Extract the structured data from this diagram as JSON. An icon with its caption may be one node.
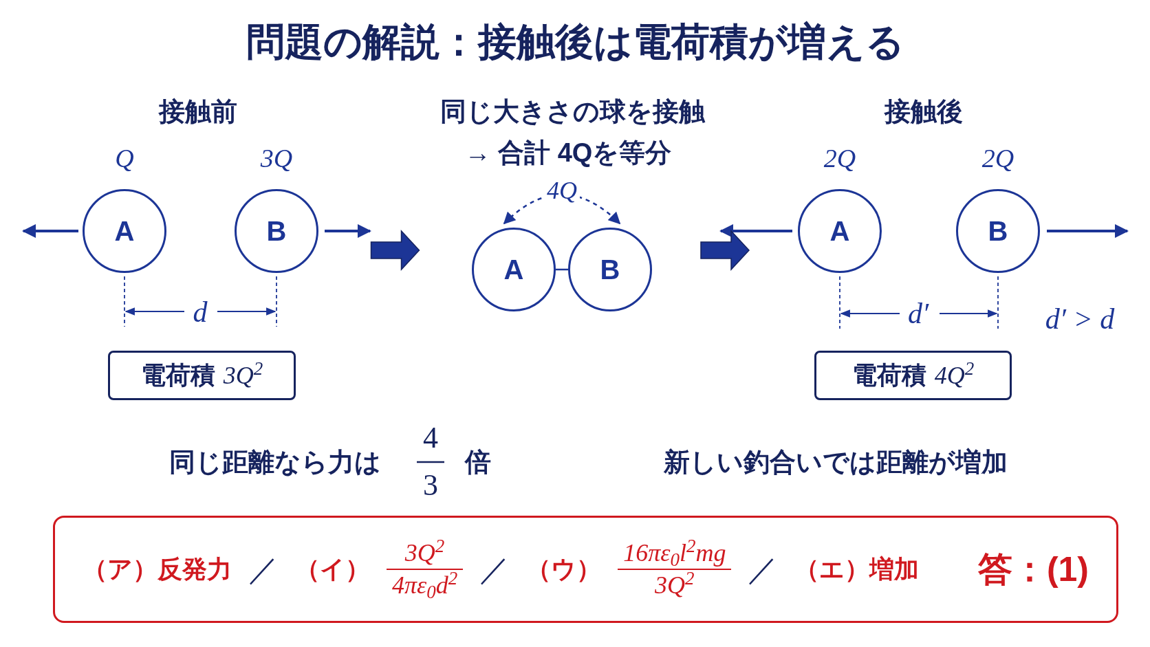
{
  "diagram": {
    "title": "問題の解説：接触後は電荷積が増える",
    "nodes": [
      {
        "text": [
          "A"
        ],
        "beside": [
          "Q"
        ]
      },
      {
        "text": [
          "B"
        ],
        "beside": [
          "3Q"
        ]
      },
      {
        "text": [
          "電荷積",
          "3Q$^{2}$"
        ]
      },
      {
        "text": [
          "A"
        ]
      },
      {
        "text": [
          "B"
        ]
      },
      {
        "text": [
          "A"
        ],
        "beside": [
          "2Q"
        ]
      },
      {
        "text": [
          "B"
        ],
        "beside": [
          "2Q"
        ]
      },
      {
        "text": [
          "電荷積",
          "4Q$^{2}$"
        ]
      },
      {
        "text": [
          "（ア）反発力",
          "／",
          "（イ）",
          "3Q$^{2}$",
          "4πε$_{0}$d$^{2}$",
          "／",
          "（ウ）",
          "16πε$_{0}$l$^{2}$mg",
          "3Q$^{2}$",
          "／",
          "（エ）増加",
          "答：(1)"
        ]
      }
    ],
    "edges": [
      {
        "from": 3,
        "to": 4,
        "arrow": "none"
      },
      {
        "from": 3,
        "to": 4,
        "arrow": "both",
        "style": "dashed",
        "label": "4Q"
      },
      {
        "from": 1,
        "to": 3,
        "arrow": "to",
        "style": "thick"
      },
      {
        "from": 4,
        "to": 5,
        "arrow": "to",
        "style": "thick"
      }
    ],
    "labels": [
      "接触前",
      "同じ大きさの球を接触",
      "→ 合計 4Qを等分",
      "接触後",
      "d",
      "d′",
      "d′ > d",
      "同じ距離なら力は",
      "4",
      "3",
      "倍",
      "新しい釣合いでは距離が増加"
    ]
  }
}
